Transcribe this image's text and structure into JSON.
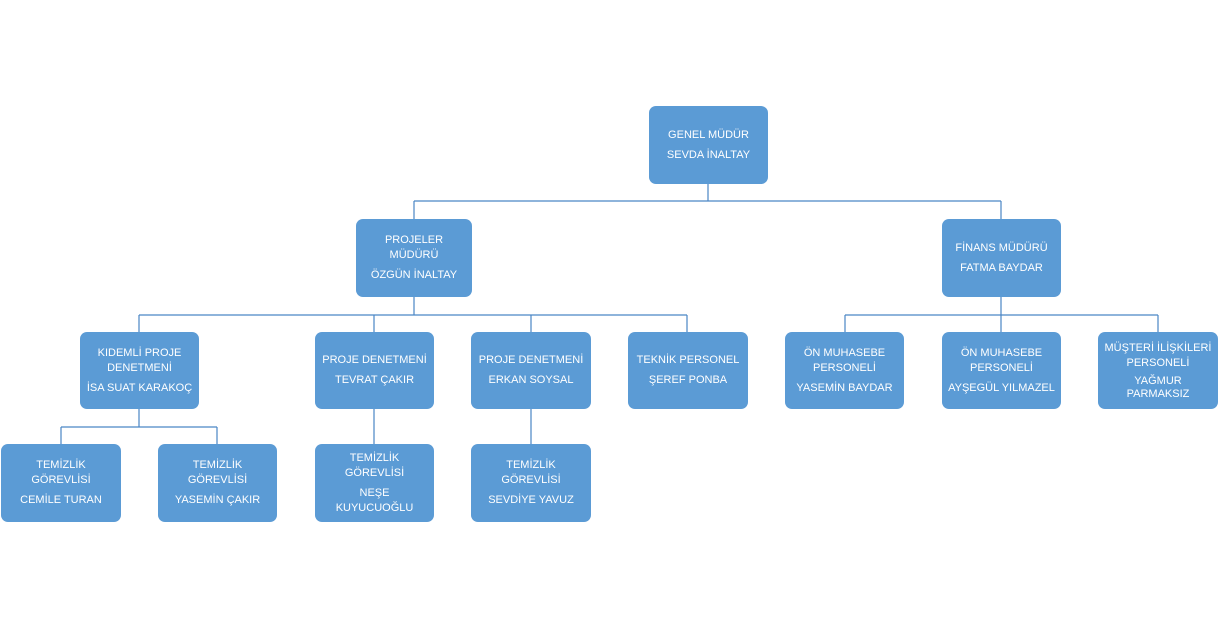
{
  "colors": {
    "box": "#5b9bd5",
    "text": "#ffffff",
    "connector": "#4a86c5"
  },
  "nodes": {
    "genel_mudur": {
      "role": "GENEL MÜDÜR",
      "name": "SEVDA İNALTAY"
    },
    "projeler_muduru": {
      "role": "PROJELER\nMÜDÜRÜ",
      "name": "ÖZGÜN İNALTAY"
    },
    "finans_muduru": {
      "role": "FİNANS MÜDÜRÜ",
      "name": "FATMA BAYDAR"
    },
    "kidemli_proje_denetmeni": {
      "role": "KIDEMLİ PROJE\nDENETMENİ",
      "name": "İSA SUAT KARAKOÇ"
    },
    "proje_denetmeni_1": {
      "role": "PROJE DENETMENİ",
      "name": "TEVRAT ÇAKIR"
    },
    "proje_denetmeni_2": {
      "role": "PROJE DENETMENİ",
      "name": "ERKAN SOYSAL"
    },
    "teknik_personel": {
      "role": "TEKNİK PERSONEL",
      "name": "ŞEREF PONBA"
    },
    "on_muhasebe_1": {
      "role": "ÖN MUHASEBE\nPERSONELİ",
      "name": "YASEMİN BAYDAR"
    },
    "on_muhasebe_2": {
      "role": "ÖN MUHASEBE\nPERSONELİ",
      "name": "AYŞEGÜL YILMAZEL"
    },
    "musteri_iliskileri": {
      "role": "MÜŞTERİ İLİŞKİLERİ\nPERSONELİ",
      "name": "YAĞMUR\nPARMAKSIZ"
    },
    "temizlik_1": {
      "role": "TEMİZLİK\nGÖREVLİSİ",
      "name": "CEMİLE TURAN"
    },
    "temizlik_2": {
      "role": "TEMİZLİK\nGÖREVLİSİ",
      "name": "YASEMİN ÇAKIR"
    },
    "temizlik_3": {
      "role": "TEMİZLİK\nGÖREVLİSİ",
      "name": "NEŞE\nKUYUCUOĞLU"
    },
    "temizlik_4": {
      "role": "TEMİZLİK\nGÖREVLİSİ",
      "name": "SEVDİYE YAVUZ"
    }
  }
}
